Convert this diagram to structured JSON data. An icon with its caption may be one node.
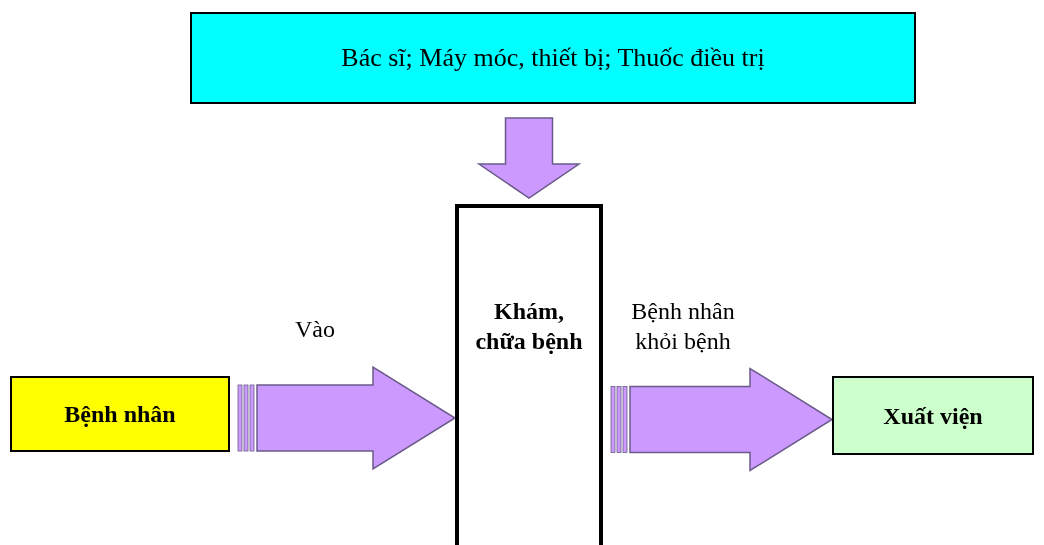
{
  "diagram": {
    "nodes": [
      {
        "text": [
          "Bác sĩ; Máy móc, thiết bị; Thuốc điều trị"
        ]
      },
      {
        "text": [
          "Khám, chữa bệnh"
        ]
      },
      {
        "text": [
          "Bệnh nhân"
        ]
      },
      {
        "text": [
          "Xuất viện"
        ]
      }
    ],
    "edges": [
      {
        "from": 0,
        "to": 1,
        "arrow": "to",
        "style": "thick"
      },
      {
        "from": 2,
        "to": 1,
        "arrow": "to",
        "label": "Vào",
        "style": "thick"
      },
      {
        "from": 1,
        "to": 3,
        "arrow": "to",
        "label": "Bệnh nhân khỏi bệnh",
        "style": "thick"
      }
    ]
  }
}
